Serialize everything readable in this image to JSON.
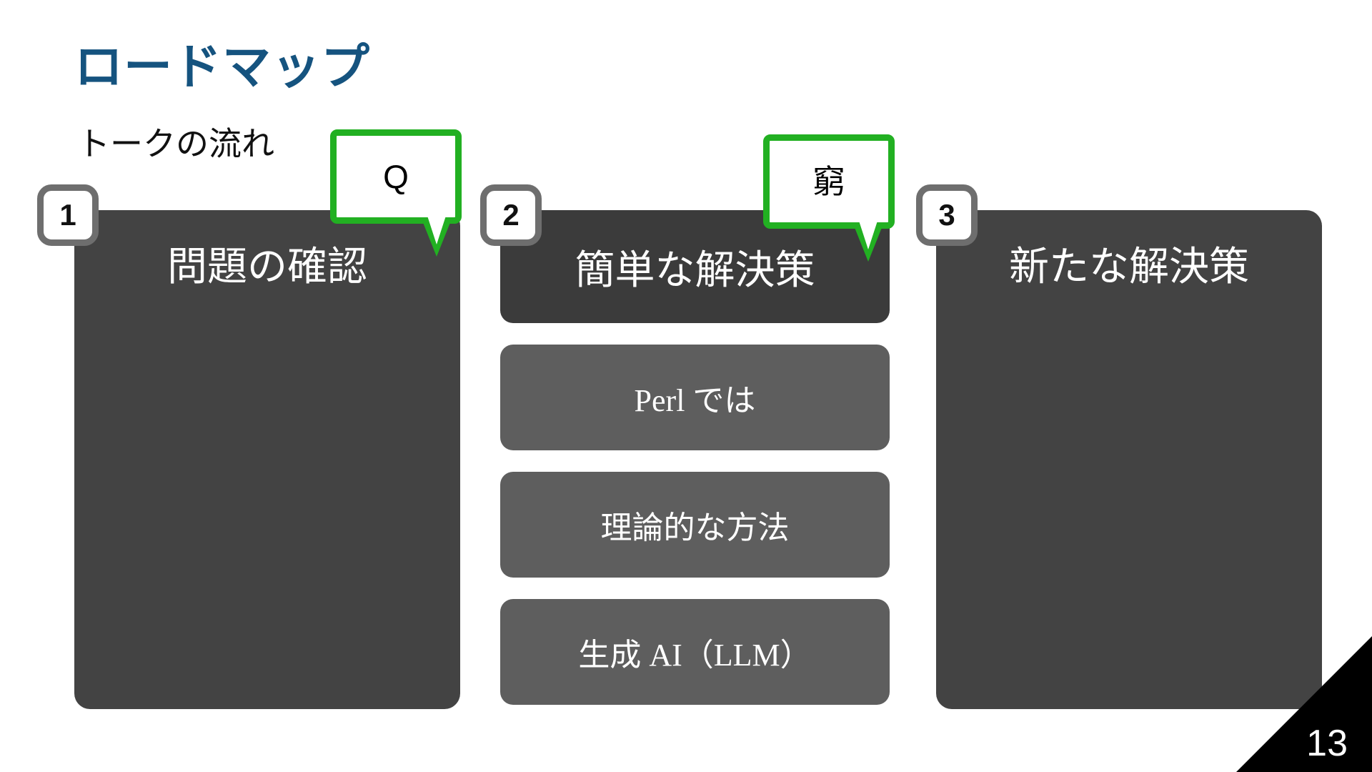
{
  "slide": {
    "title": "ロードマップ",
    "subtitle": "トークの流れ",
    "page_number": "13",
    "accent_blue": "#15537F",
    "accent_green": "#22B022",
    "panel_dark": "#434343",
    "panel_head": "#3B3B3B",
    "panel_sub": "#5E5E5E",
    "background": "#FFFFFF"
  },
  "columns": [
    {
      "badge": "1",
      "heading": "問題の確認",
      "subitems": []
    },
    {
      "badge": "2",
      "heading": "簡単な解決策",
      "subitems": [
        {
          "label": "Perl では"
        },
        {
          "label": "理論的な方法"
        },
        {
          "label": "生成 AI（LLM）"
        }
      ]
    },
    {
      "badge": "3",
      "heading": "新たな解決策",
      "subitems": []
    }
  ],
  "callouts": [
    {
      "name": "callout-q",
      "text": "Q"
    },
    {
      "name": "callout-kyuu",
      "text": "窮"
    }
  ]
}
